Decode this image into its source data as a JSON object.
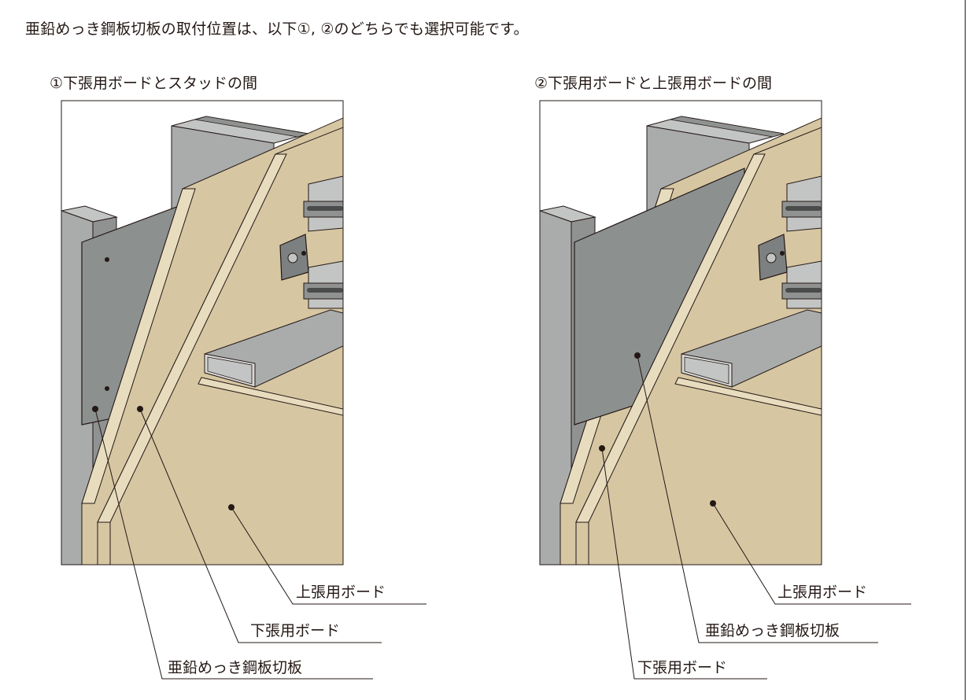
{
  "heading": "亜鉛めっき鋼板切板の取付位置は、以下①, ②のどちらでも選択可能です。",
  "diagrams": [
    {
      "subtitle": "①下張用ボードとスタッドの間",
      "labels": {
        "upper_board": "上張用ボード",
        "lower_board": "下張用ボード",
        "steel_plate": "亜鉛めっき鋼板切板"
      }
    },
    {
      "subtitle": "②下張用ボードと上張用ボードの間",
      "labels": {
        "upper_board": "上張用ボード",
        "steel_plate": "亜鉛めっき鋼板切板",
        "lower_board": "下張用ボード"
      }
    }
  ],
  "colors": {
    "board": "#d6c6a2",
    "board_edge": "#e8dcbf",
    "stud": "#a9acab",
    "stud_dark": "#8f9291",
    "steel_plate": "#8c908f",
    "line": "#231815"
  }
}
